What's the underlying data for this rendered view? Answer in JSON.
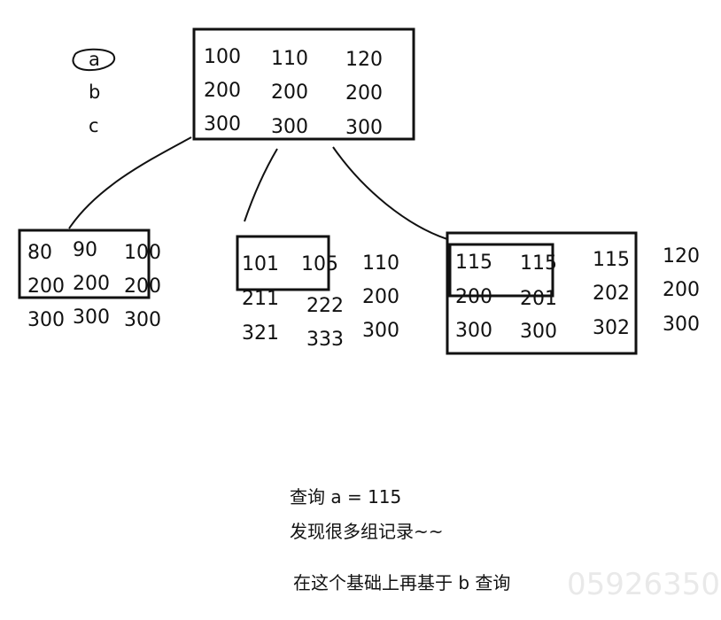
{
  "colors": {
    "ink": "#111111",
    "background": "#ffffff"
  },
  "legend": {
    "a": "a",
    "b": "b",
    "c": "c"
  },
  "root": {
    "row1": [
      "100",
      "110",
      "120"
    ],
    "row2": [
      "200",
      "200",
      "200"
    ],
    "row3": [
      "300",
      "300",
      "300"
    ]
  },
  "leaf_left": {
    "row1": [
      "80",
      "90",
      "100"
    ],
    "row2": [
      "200",
      "200",
      "200"
    ],
    "row3": [
      "300",
      "300",
      "300"
    ]
  },
  "leaf_mid": {
    "row1": [
      "101",
      "105",
      "110"
    ],
    "row2": [
      "211",
      "222",
      "200"
    ],
    "row3": [
      "321",
      "333",
      "300"
    ]
  },
  "leaf_right": {
    "row1": [
      "115",
      "115",
      "115",
      "120"
    ],
    "row2": [
      "200",
      "201",
      "202",
      "200"
    ],
    "row3": [
      "300",
      "300",
      "302",
      "300"
    ]
  },
  "notes": {
    "query": "查询 a = 115",
    "found": "发现很多组记录~~",
    "then": "在这个基础上再基于 b 查询"
  },
  "watermark": "05926350"
}
